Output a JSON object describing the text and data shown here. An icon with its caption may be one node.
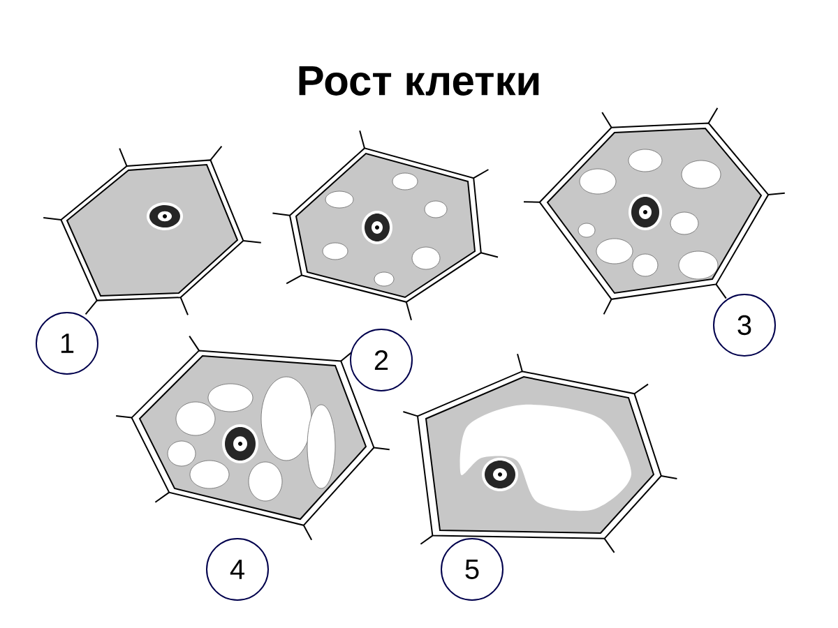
{
  "diagram": {
    "title": "Рост клетки",
    "nodes": [
      {
        "text": [
          "1"
        ]
      },
      {
        "text": [
          "2"
        ]
      },
      {
        "text": [
          "3"
        ]
      },
      {
        "text": [
          "4"
        ]
      },
      {
        "text": [
          "5"
        ]
      }
    ],
    "edges": []
  }
}
